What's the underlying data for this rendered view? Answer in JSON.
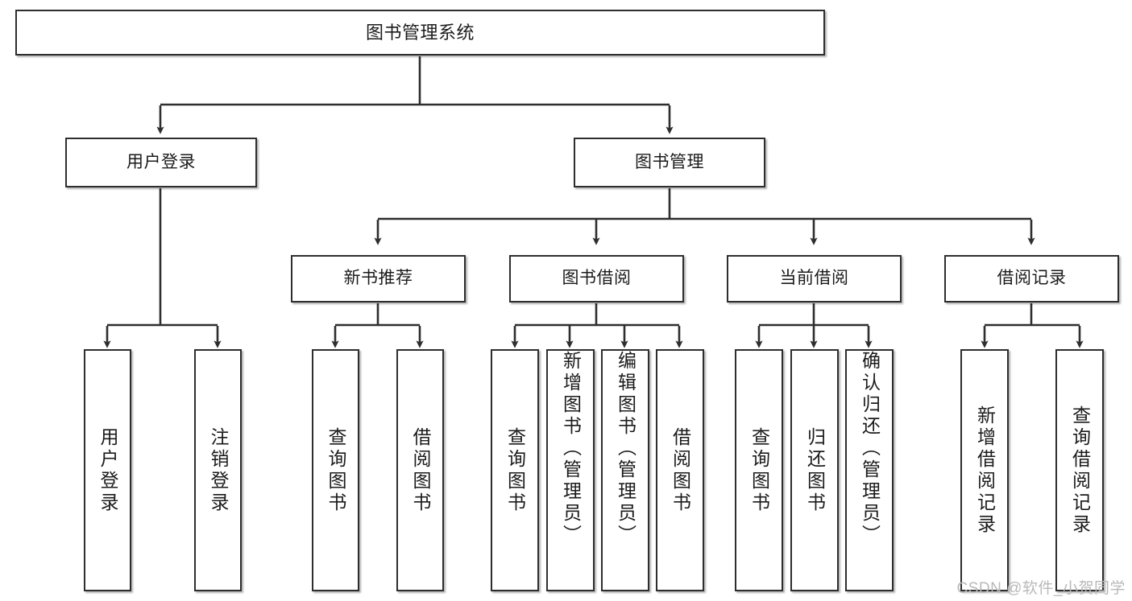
{
  "diagram": {
    "type": "tree-flowchart",
    "title": "图书管理系统",
    "watermark": "CSDN @软件_小贺同学",
    "colors": {
      "node_border": "#2e2e2e",
      "node_fill": "#ffffff",
      "connector": "#2e2e2e",
      "text": "#1b1b1b",
      "watermark": "#b9b9b9"
    },
    "nodes": {
      "root": {
        "label": "图书管理系统"
      },
      "level2": [
        {
          "label": "用户登录"
        },
        {
          "label": "图书管理"
        }
      ],
      "level3": [
        {
          "label": "新书推荐"
        },
        {
          "label": "图书借阅"
        },
        {
          "label": "当前借阅"
        },
        {
          "label": "借阅记录"
        }
      ],
      "leaves": {
        "user_login": [
          {
            "label": "用户登录"
          },
          {
            "label": "注销登录"
          }
        ],
        "new_books": [
          {
            "label": "查询图书"
          },
          {
            "label": "借阅图书"
          }
        ],
        "book_borrow": [
          {
            "label": "查询图书"
          },
          {
            "label": "新增图书（管理员）"
          },
          {
            "label": "编辑图书（管理员）"
          },
          {
            "label": "借阅图书"
          }
        ],
        "current_borrow": [
          {
            "label": "查询图书"
          },
          {
            "label": "归还图书"
          },
          {
            "label": "确认归还（管理员）"
          }
        ],
        "borrow_records": [
          {
            "label": "新增借阅记录"
          },
          {
            "label": "查询借阅记录"
          }
        ]
      }
    }
  }
}
